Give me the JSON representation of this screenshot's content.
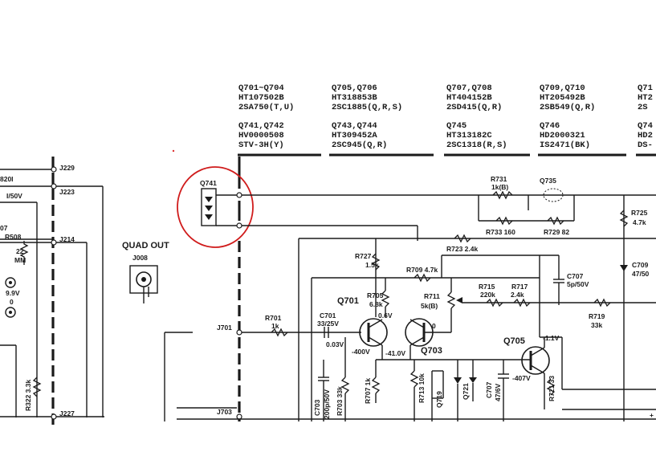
{
  "transistor_table": [
    {
      "refs": "Q701~Q704",
      "part": "HT107502B",
      "type": "2SA750(T,U)"
    },
    {
      "refs": "Q705,Q706",
      "part": "HT318853B",
      "type": "2SC1885(Q,R,S)"
    },
    {
      "refs": "Q707,Q708",
      "part": "HT404152B",
      "type": "2SD415(Q,R)"
    },
    {
      "refs": "Q709,Q710",
      "part": "HT205492B",
      "type": "2SB549(Q,R)"
    },
    {
      "refs": "Q71",
      "part": "HT2",
      "type": "2S"
    },
    {
      "refs": "Q741,Q742",
      "part": "HV0000508",
      "type": "STV-3H(Y)"
    },
    {
      "refs": "Q743,Q744",
      "part": "HT309452A",
      "type": "2SC945(Q,R)"
    },
    {
      "refs": "Q745",
      "part": "HT313182C",
      "type": "2SC1318(R,S)"
    },
    {
      "refs": "Q746",
      "part": "HD2000321",
      "type": "IS2471(BK)"
    },
    {
      "refs": "Q74",
      "part": "HD2",
      "type": "DS-"
    }
  ],
  "jacks": {
    "j229": "J229",
    "j223": "J223",
    "j214": "J214",
    "j227": "J227",
    "j701": "J701",
    "j703": "J703",
    "quad_out": "QUAD OUT",
    "j008": "J008"
  },
  "left_labels": {
    "r820": "820I",
    "cap_50v": "I/50V",
    "q07": "07",
    "r508": "R508",
    "r508_v1": "22",
    "r508_v2": "MM",
    "v99": "9.9V",
    "v0": "0",
    "r322": "R322 3.3k"
  },
  "circuit": {
    "q741": "Q741",
    "r731": "R731",
    "r731_val": "1k(B)",
    "q735": "Q735",
    "r733": "R733 160",
    "r729": "R729 82",
    "r725": "R725",
    "r725_val": "4.7k",
    "r723": "R723 2.4k",
    "r727": "R727",
    "r727_val": "1.5k",
    "r709": "R709 4.7k",
    "c707": "C707",
    "c707_val": "5p/50V",
    "c709": "C709",
    "c709_val": "47/50",
    "r705": "R705",
    "r705_val": "6.8k",
    "v06": "0.6V",
    "r711": "R711",
    "r711_val": "5k(B)",
    "r715": "R715",
    "r715_val": "220k",
    "r717": "R717",
    "r717_val": "2.4k",
    "r719": "R719",
    "r719_val": "33k",
    "q701": "Q701",
    "v0_b": "0",
    "r701": "R701",
    "r701_val": "1k",
    "c701": "C701",
    "c701_val": "33/25V",
    "v003": "0.03V",
    "v400": "-400V",
    "v410": "-41.0V",
    "q703": "Q703",
    "q705": "Q705",
    "v11": "-1.1V",
    "v407": "-407V",
    "c703": "C703",
    "c703_val": "200p/50V",
    "r703": "R703 33k",
    "r707": "R707 1k",
    "r713": "R713 10k",
    "q719": "Q719",
    "q721": "Q721",
    "c707b": "C707",
    "c707b_val": "47/6V",
    "r721": "R721 33"
  }
}
